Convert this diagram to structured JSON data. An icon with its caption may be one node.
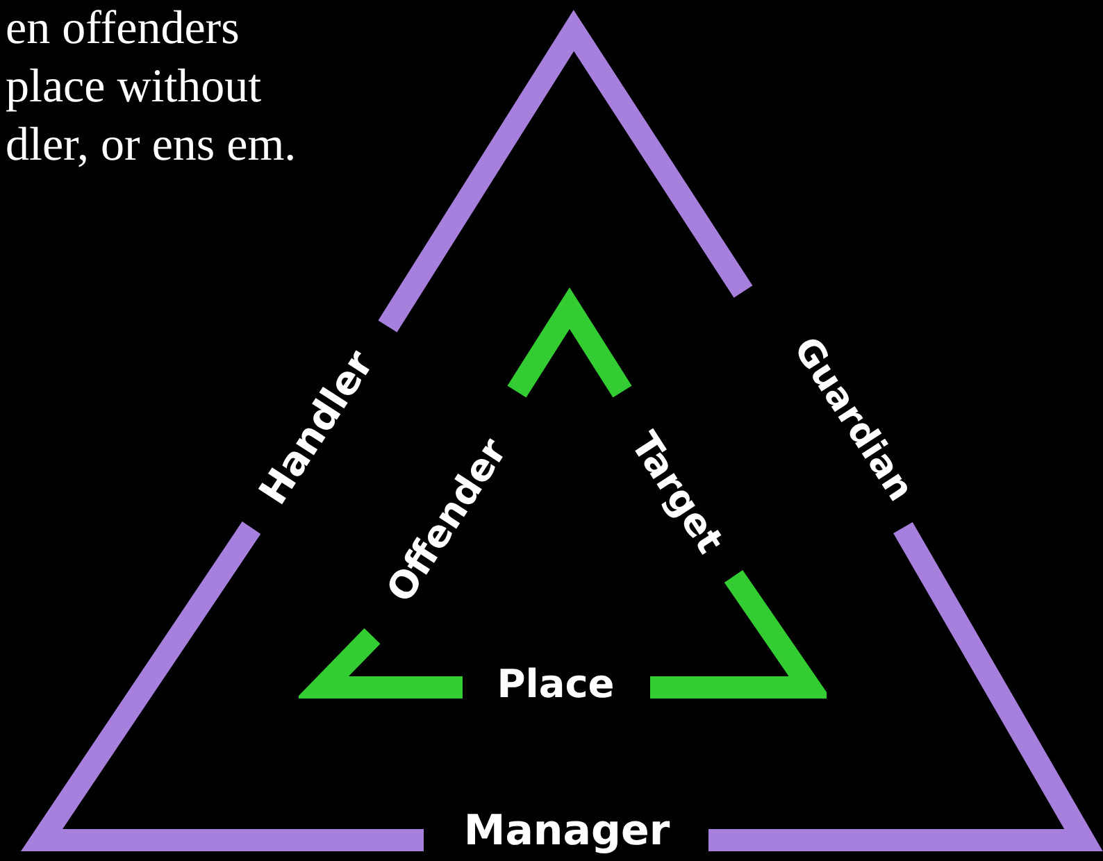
{
  "diagram": {
    "nodes": [
      {
        "text": [
          "Handler",
          "Guardian",
          "Manager"
        ]
      },
      {
        "text": [
          "Offender",
          "Target",
          "Place"
        ],
        "in": 0
      }
    ],
    "labels": [
      "en offenders place without dler, or ens em."
    ]
  }
}
